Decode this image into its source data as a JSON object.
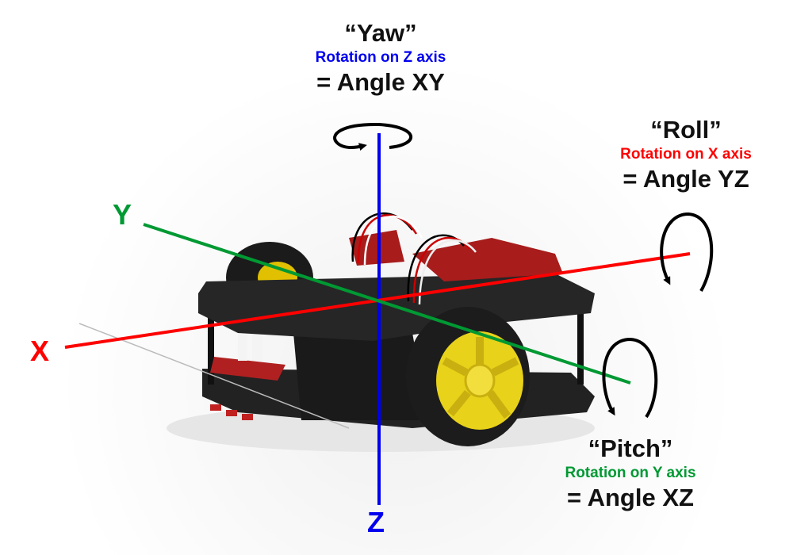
{
  "colors": {
    "x_axis": "#ff0000",
    "y_axis": "#009933",
    "z_axis": "#0000ee",
    "text": "#111111",
    "arrow": "#000000"
  },
  "axes": {
    "x": {
      "label": "X"
    },
    "y": {
      "label": "Y"
    },
    "z": {
      "label": "Z"
    }
  },
  "rotations": {
    "yaw": {
      "name": "“Yaw”",
      "description": "Rotation on Z axis",
      "angle": "= Angle XY"
    },
    "roll": {
      "name": "“Roll”",
      "description": "Rotation on X axis",
      "angle": "= Angle YZ"
    },
    "pitch": {
      "name": "“Pitch”",
      "description": "Rotation on Y axis",
      "angle": "= Angle XZ"
    }
  },
  "image": {
    "subject": "two-wheeled robot chassis"
  }
}
